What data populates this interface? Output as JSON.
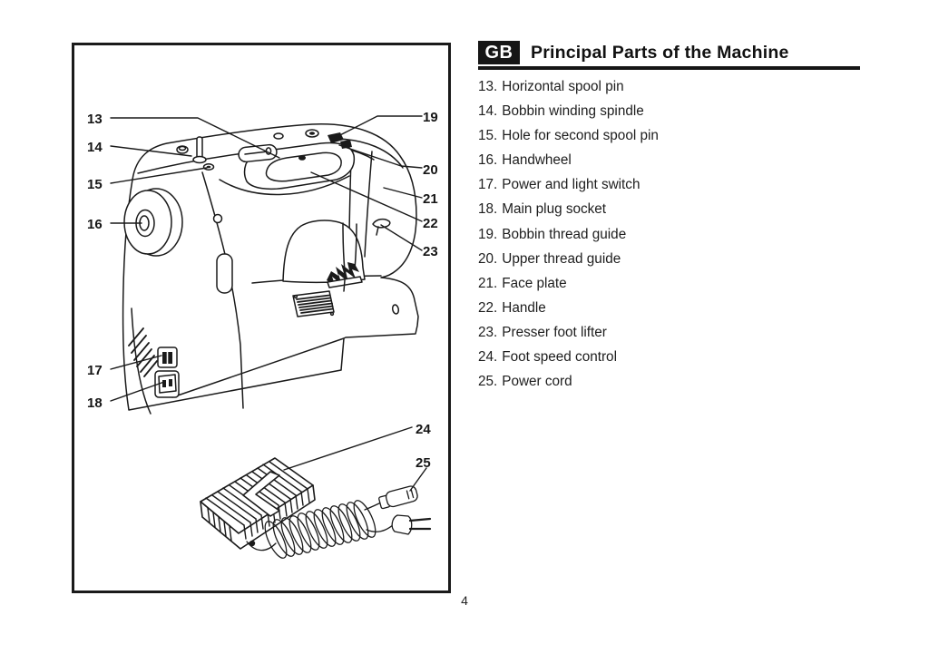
{
  "page": {
    "number": "4"
  },
  "header": {
    "language_badge": "GB",
    "title": "Principal Parts of the Machine",
    "badge_bg": "#161616",
    "badge_fg": "#ffffff"
  },
  "parts_list": [
    {
      "num": "13.",
      "label": "Horizontal spool pin"
    },
    {
      "num": "14.",
      "label": "Bobbin winding spindle"
    },
    {
      "num": "15.",
      "label": "Hole for second spool pin"
    },
    {
      "num": "16.",
      "label": "Handwheel"
    },
    {
      "num": "17.",
      "label": "Power and light switch"
    },
    {
      "num": "18.",
      "label": "Main plug socket"
    },
    {
      "num": "19.",
      "label": "Bobbin thread guide"
    },
    {
      "num": "20.",
      "label": "Upper thread guide"
    },
    {
      "num": "21.",
      "label": "Face plate"
    },
    {
      "num": "22.",
      "label": "Handle"
    },
    {
      "num": "23.",
      "label": "Presser foot lifter"
    },
    {
      "num": "24.",
      "label": "Foot speed control"
    },
    {
      "num": "25.",
      "label": "Power cord"
    }
  ],
  "diagram": {
    "description": "Line drawing of sewing machine rear view with foot speed control and power cord",
    "ink_color": "#1a1a1a",
    "callouts": [
      {
        "number": "13"
      },
      {
        "number": "14"
      },
      {
        "number": "15"
      },
      {
        "number": "16"
      },
      {
        "number": "17"
      },
      {
        "number": "18"
      },
      {
        "number": "19"
      },
      {
        "number": "20"
      },
      {
        "number": "21"
      },
      {
        "number": "22"
      },
      {
        "number": "23"
      },
      {
        "number": "24"
      },
      {
        "number": "25"
      }
    ]
  }
}
